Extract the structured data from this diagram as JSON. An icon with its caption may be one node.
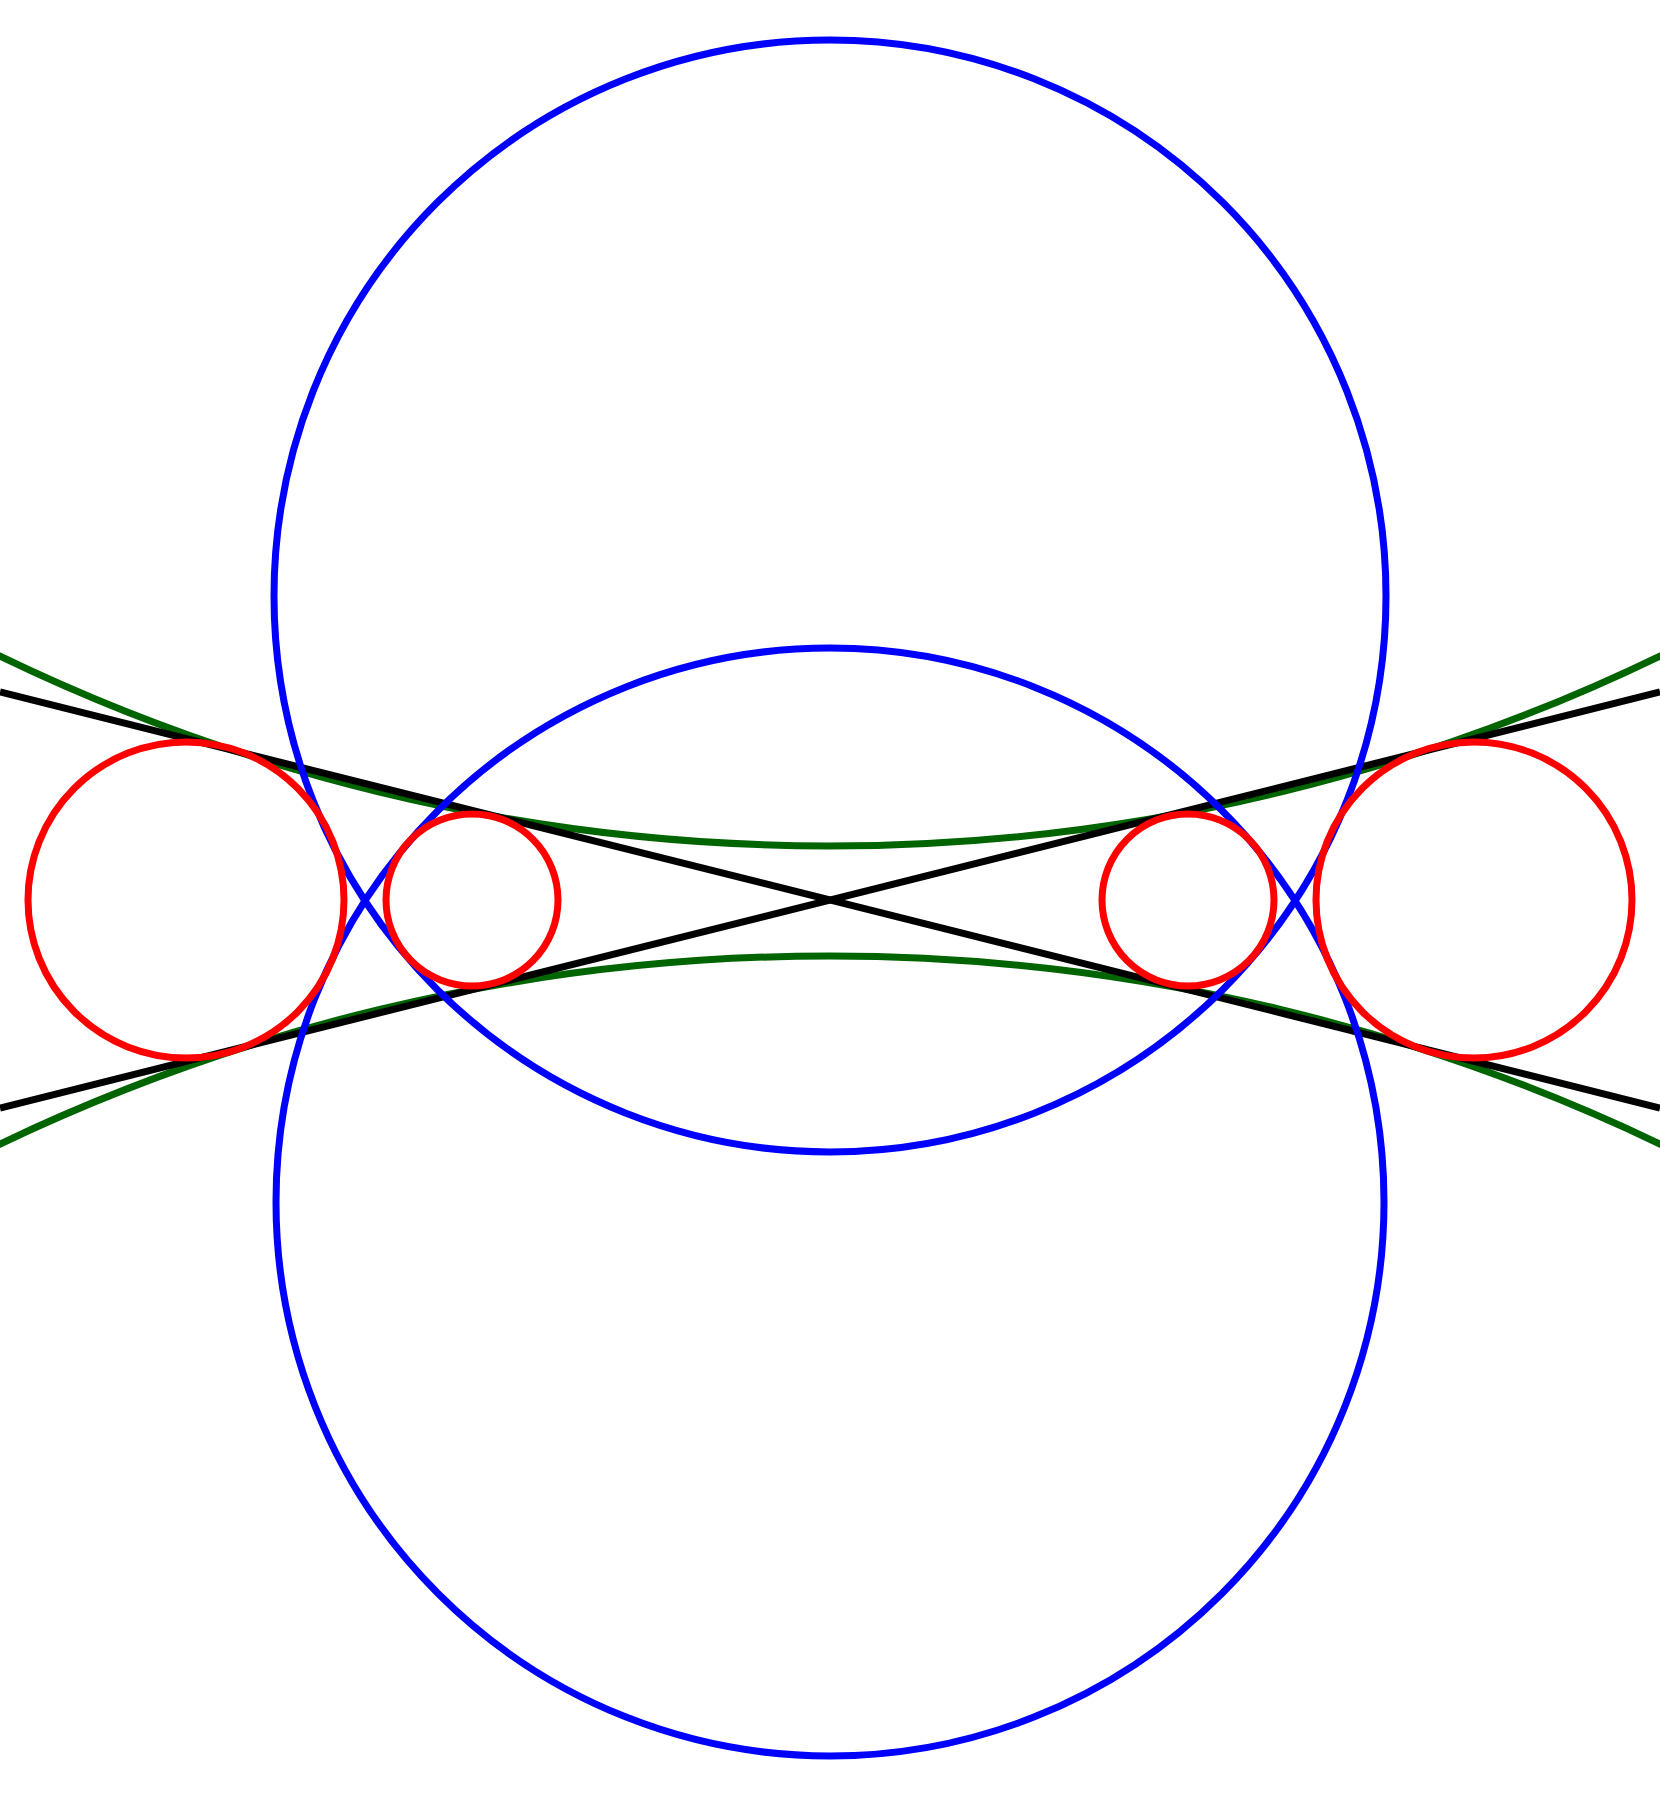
{
  "diagram": {
    "nodes": [
      {
        "text": [],
        "shape": "circle"
      },
      {
        "text": [],
        "shape": "circle"
      },
      {
        "text": [],
        "shape": "circle"
      },
      {
        "text": [],
        "shape": "circle"
      },
      {
        "text": [],
        "shape": "circle"
      },
      {
        "text": [],
        "shape": "circle"
      }
    ]
  }
}
